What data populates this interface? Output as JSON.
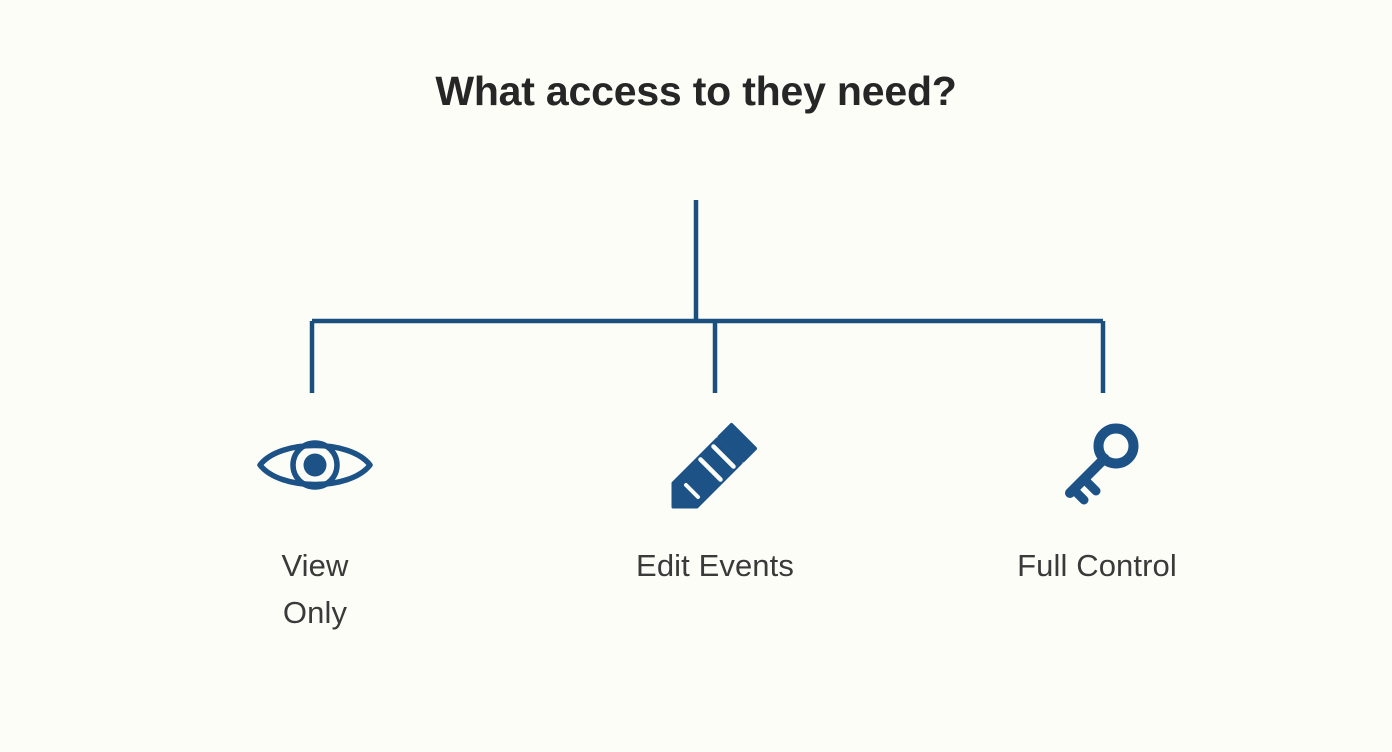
{
  "page": {
    "background_color": "#fdfdf8",
    "title": "What access to they need?",
    "title_color": "#262626"
  },
  "diagram": {
    "type": "tree",
    "line_color": "#1b4f7e",
    "icon_color": "#1c5286",
    "label_color": "#3a3a3a",
    "root_label": "What access to they need?",
    "branches": [
      {
        "id": "view-only",
        "icon": "eye-icon",
        "label_line_1": "View",
        "label_line_2": "Only",
        "label_full": "View Only"
      },
      {
        "id": "edit-events",
        "icon": "pencil-icon",
        "label_line_1": "Edit Events",
        "label_line_2": "",
        "label_full": "Edit Events"
      },
      {
        "id": "full-control",
        "icon": "key-icon",
        "label_line_1": "Full Control",
        "label_line_2": "",
        "label_full": "Full Control"
      }
    ]
  }
}
